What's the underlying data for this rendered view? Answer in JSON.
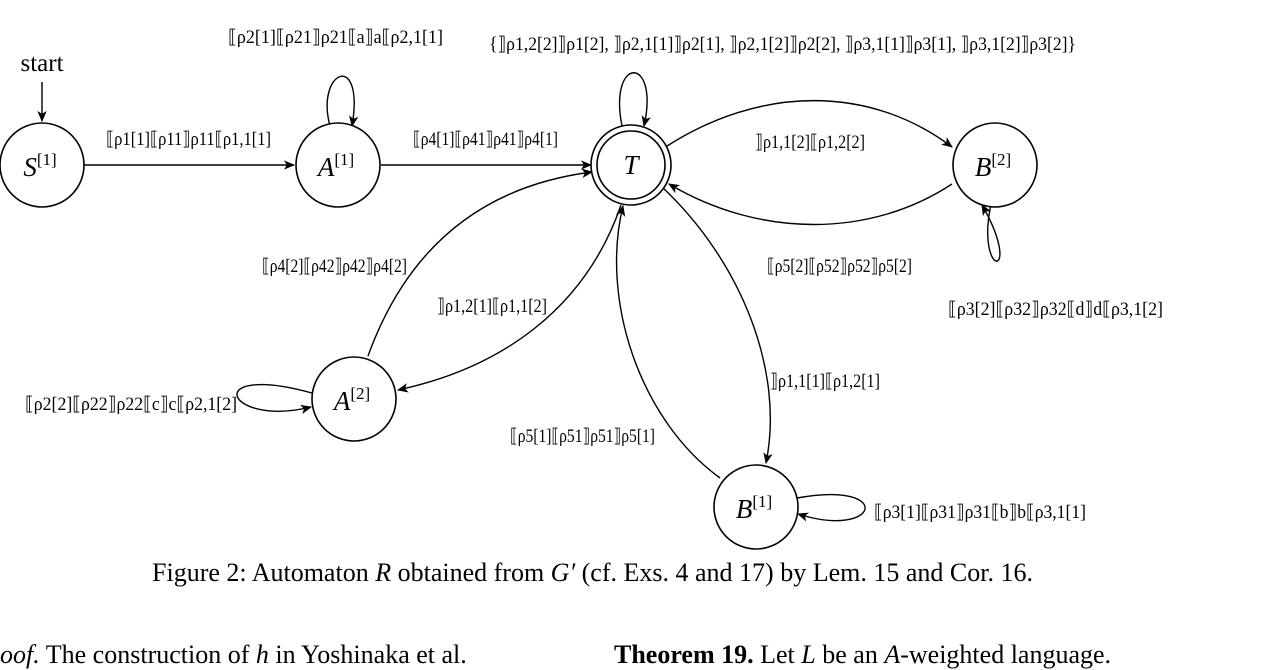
{
  "diagram": {
    "start_label": "start",
    "nodes": [
      {
        "id": "S1",
        "base": "S",
        "sup": "[1]"
      },
      {
        "id": "A1",
        "base": "A",
        "sup": "[1]"
      },
      {
        "id": "T",
        "base": "T",
        "sup": ""
      },
      {
        "id": "B2",
        "base": "B",
        "sup": "[2]"
      },
      {
        "id": "A2",
        "base": "A",
        "sup": "[2]"
      },
      {
        "id": "B1",
        "base": "B",
        "sup": "[1]"
      }
    ],
    "edge_labels": {
      "s1_a1": "⟦ρ1[1]⟦ρ11⟧ρ11⟦ρ1,1[1]",
      "a1_loop": "⟦ρ2[1]⟦ρ21⟧ρ21⟦a⟧a⟦ρ2,1[1]",
      "a1_t": "⟦ρ4[1]⟦ρ41⟧ρ41⟧ρ4[1]",
      "t_loop": "{⟧ρ1,2[2]⟧ρ1[2], ⟧ρ2,1[1]⟧ρ2[1], ⟧ρ2,1[2]⟧ρ2[2], ⟧ρ3,1[1]⟧ρ3[1], ⟧ρ3,1[2]⟧ρ3[2]}",
      "t_b2": "⟧ρ1,1[2]⟦ρ1,2[2]",
      "b2_t": "⟦ρ5[2]⟦ρ52⟧ρ52⟧ρ5[2]",
      "b2_loop": "⟦ρ3[2]⟦ρ32⟧ρ32⟦d⟧d⟦ρ3,1[2]",
      "a2_t": "⟦ρ4[2]⟦ρ42⟧ρ42⟧ρ4[2]",
      "t_a2": "⟧ρ1,2[1]⟦ρ1,1[2]",
      "a2_loop": "⟦ρ2[2]⟦ρ22⟧ρ22⟦c⟧c⟦ρ2,1[2]",
      "t_b1": "⟧ρ1,1[1]⟦ρ1,2[1]",
      "b1_t": "⟦ρ5[1]⟦ρ51⟧ρ51⟧ρ5[1]",
      "b1_loop": "⟦ρ3[1]⟦ρ31⟧ρ31⟦b⟧b⟦ρ3,1[1]"
    }
  },
  "caption": {
    "text_1": "Figure 2: Automaton ",
    "var_R": "R",
    "text_2": " obtained from ",
    "var_G": "G′",
    "text_3": " (cf. Exs. 4 and 17) by Lem. 15 and Cor. 16."
  },
  "body": {
    "left_italic": "oof.",
    "left_text": " The construction of ",
    "left_var": "h",
    "left_text_2": " in Yoshinaka et al.",
    "right_bold": "Theorem 19.",
    "right_text": " Let ",
    "right_var_L": "L",
    "right_text_2": " be an ",
    "right_var_A": "A",
    "right_text_3": "-weighted language."
  }
}
